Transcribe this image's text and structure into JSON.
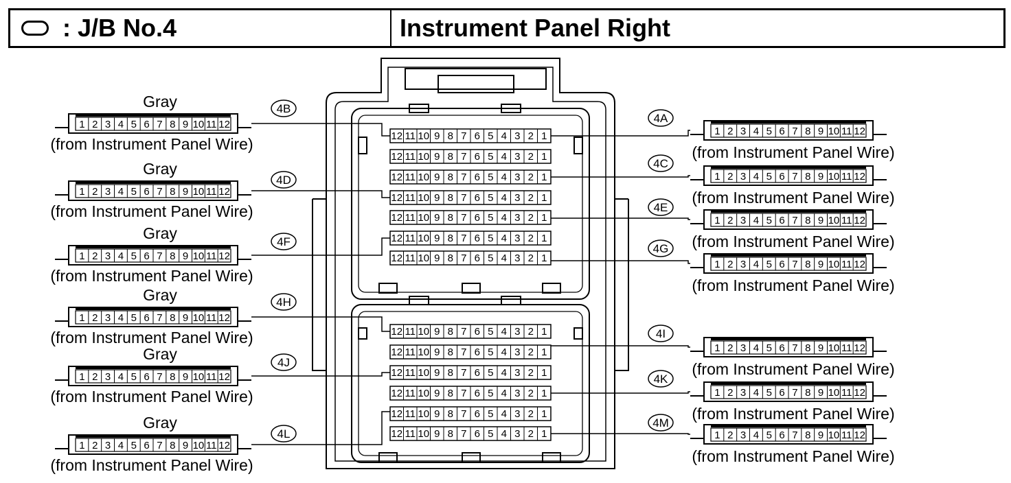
{
  "header": {
    "symbol_icon": "oval-symbol-icon",
    "jb_label": ": J/B No.4",
    "location": "Instrument Panel Right"
  },
  "pin_numbers": [
    "1",
    "2",
    "3",
    "4",
    "5",
    "6",
    "7",
    "8",
    "9",
    "10",
    "11",
    "12"
  ],
  "jb_pin_numbers": [
    "12",
    "11",
    "10",
    "9",
    "8",
    "7",
    "6",
    "5",
    "4",
    "3",
    "2",
    "1"
  ],
  "left_connectors": [
    {
      "id": "4B",
      "color": "Gray",
      "source": "(from Instrument Panel Wire)"
    },
    {
      "id": "4D",
      "color": "Gray",
      "source": "(from Instrument Panel Wire)"
    },
    {
      "id": "4F",
      "color": "Gray",
      "source": "(from Instrument Panel Wire)"
    },
    {
      "id": "4H",
      "color": "Gray",
      "source": "(from Instrument Panel Wire)"
    },
    {
      "id": "4J",
      "color": "Gray",
      "source": "(from Instrument Panel Wire)"
    },
    {
      "id": "4L",
      "color": "Gray",
      "source": "(from Instrument Panel Wire)"
    }
  ],
  "right_connectors": [
    {
      "id": "4A",
      "source": "(from Instrument Panel Wire)"
    },
    {
      "id": "4C",
      "source": "(from Instrument Panel Wire)"
    },
    {
      "id": "4E",
      "source": "(from Instrument Panel Wire)"
    },
    {
      "id": "4G",
      "source": "(from Instrument Panel Wire)"
    },
    {
      "id": "4I",
      "source": "(from Instrument Panel Wire)"
    },
    {
      "id": "4K",
      "source": "(from Instrument Panel Wire)"
    },
    {
      "id": "4M",
      "source": "(from Instrument Panel Wire)"
    }
  ]
}
